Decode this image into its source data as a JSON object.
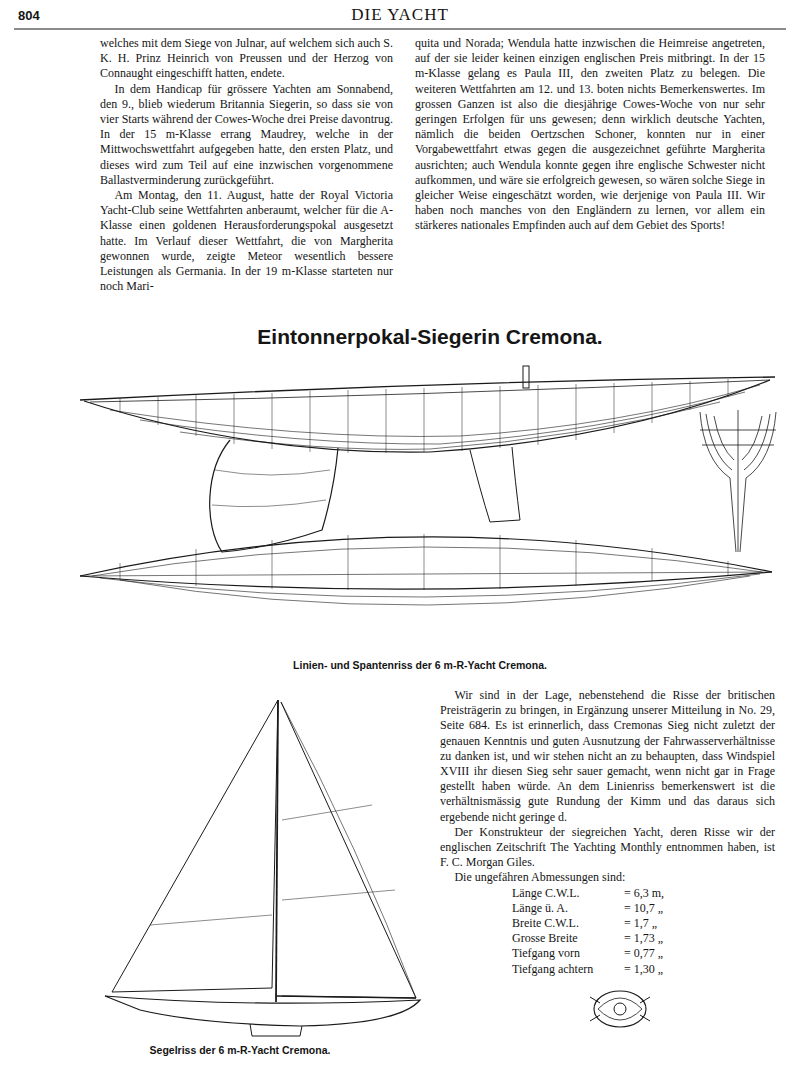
{
  "diagram": {
    "title": "Eintonnerpokal-Siegerin Cremona.",
    "caption": "Linien- und Spantenriss der 6 m-R-Yacht Cremona.",
    "labels": [
      "804",
      "DIE YACHT",
      "welches mit dem Siege von Julnar, auf welchem sich auch S. K. H. Prinz Heinrich von Preussen und der Herzog von Connaught eingeschifft hatten, endete.",
      "In dem Handicap für grössere Yachten am Sonnabend, den 9., blieb wiederum Britannia Siegerin, so dass sie von vier Starts während der Cowes-Woche drei Preise davontrug. In der 15 m-Klasse errang Maudrey, welche in der Mittwochswettfahrt aufgegeben hatte, den ersten Platz, und dieses wird zum Teil auf eine inzwischen vorgenommene Ballastverminderung zurückgeführt.",
      "Am Montag, den 11. August, hatte der Royal Victoria Yacht-Club seine Wettfahrten anberaumt, welcher für die A-Klasse einen goldenen Herausforderungspokal ausgesetzt hatte. Im Verlauf dieser Wettfahrt, die von Margherita gewonnen wurde, zeigte Meteor wesentlich bessere Leistungen als Germania. In der 19 m-Klasse starteten nur noch Mari-",
      "quita und Norada; Wendula hatte inzwischen die Heimreise angetreten, auf der sie leider keinen einzigen englischen Preis mitbringt. In der 15 m-Klasse gelang es Paula III, den zweiten Platz zu belegen. Die weiteren Wettfahrten am 12. und 13. boten nichts Bemerkenswertes. Im grossen Ganzen ist also die diesjährige Cowes-Woche von nur sehr geringen Erfolgen für uns gewesen; denn wirklich deutsche Yachten, nämlich die beiden Oertzschen Schoner, konnten nur in einer Vorgabewettfahrt etwas gegen die ausgezeichnet geführte Margherita ausrichten; auch Wendula konnte gegen ihre englische Schwester nicht aufkommen, und wäre sie erfolgreich gewesen, so wären solche Siege in gleicher Weise eingeschätzt worden, wie derjenige von Paula III. Wir haben noch manches von den Engländern zu lernen, vor allem ein stärkeres nationales Empfinden auch auf dem Gebiet des Sports!",
      "Segelriss der 6 m-R-Yacht Cremona.",
      "Wir sind in der Lage, nebenstehend die Risse der britischen Preisträgerin zu bringen, in Ergänzung unserer Mitteilung in No. 29, Seite 684. Es ist erinnerlich, dass Cremonas Sieg nicht zuletzt der genauen Kenntnis und guten Ausnutzung der Fahrwasserverhältnisse zu danken ist, und wir stehen nicht an zu behaupten, dass Windspiel XVIII ihr diesen Sieg sehr sauer gemacht, wenn nicht gar in Frage gestellt haben würde. An dem Linienriss bemerkenswert ist die verhältnismässig gute Rundung der Kimm und das daraus sich ergebende nicht geringe d.",
      "Der Konstrukteur der siegreichen Yacht, deren Risse wir der englischen Zeitschrift The Yachting Monthly entnommen haben, ist F. C. Morgan Giles.",
      "Die ungefähren Abmessungen sind:",
      "Länge C.W.L.",
      "= 6,3 m,",
      "Länge ü. A.",
      "= 10,7 „",
      "Breite C.W.L.",
      "= 1,7 „",
      "Grosse Breite",
      "= 1,73 „",
      "Tiefgang vorn",
      "= 0,77 „",
      "Tiefgang achtern",
      "= 1,30 „"
    ]
  }
}
